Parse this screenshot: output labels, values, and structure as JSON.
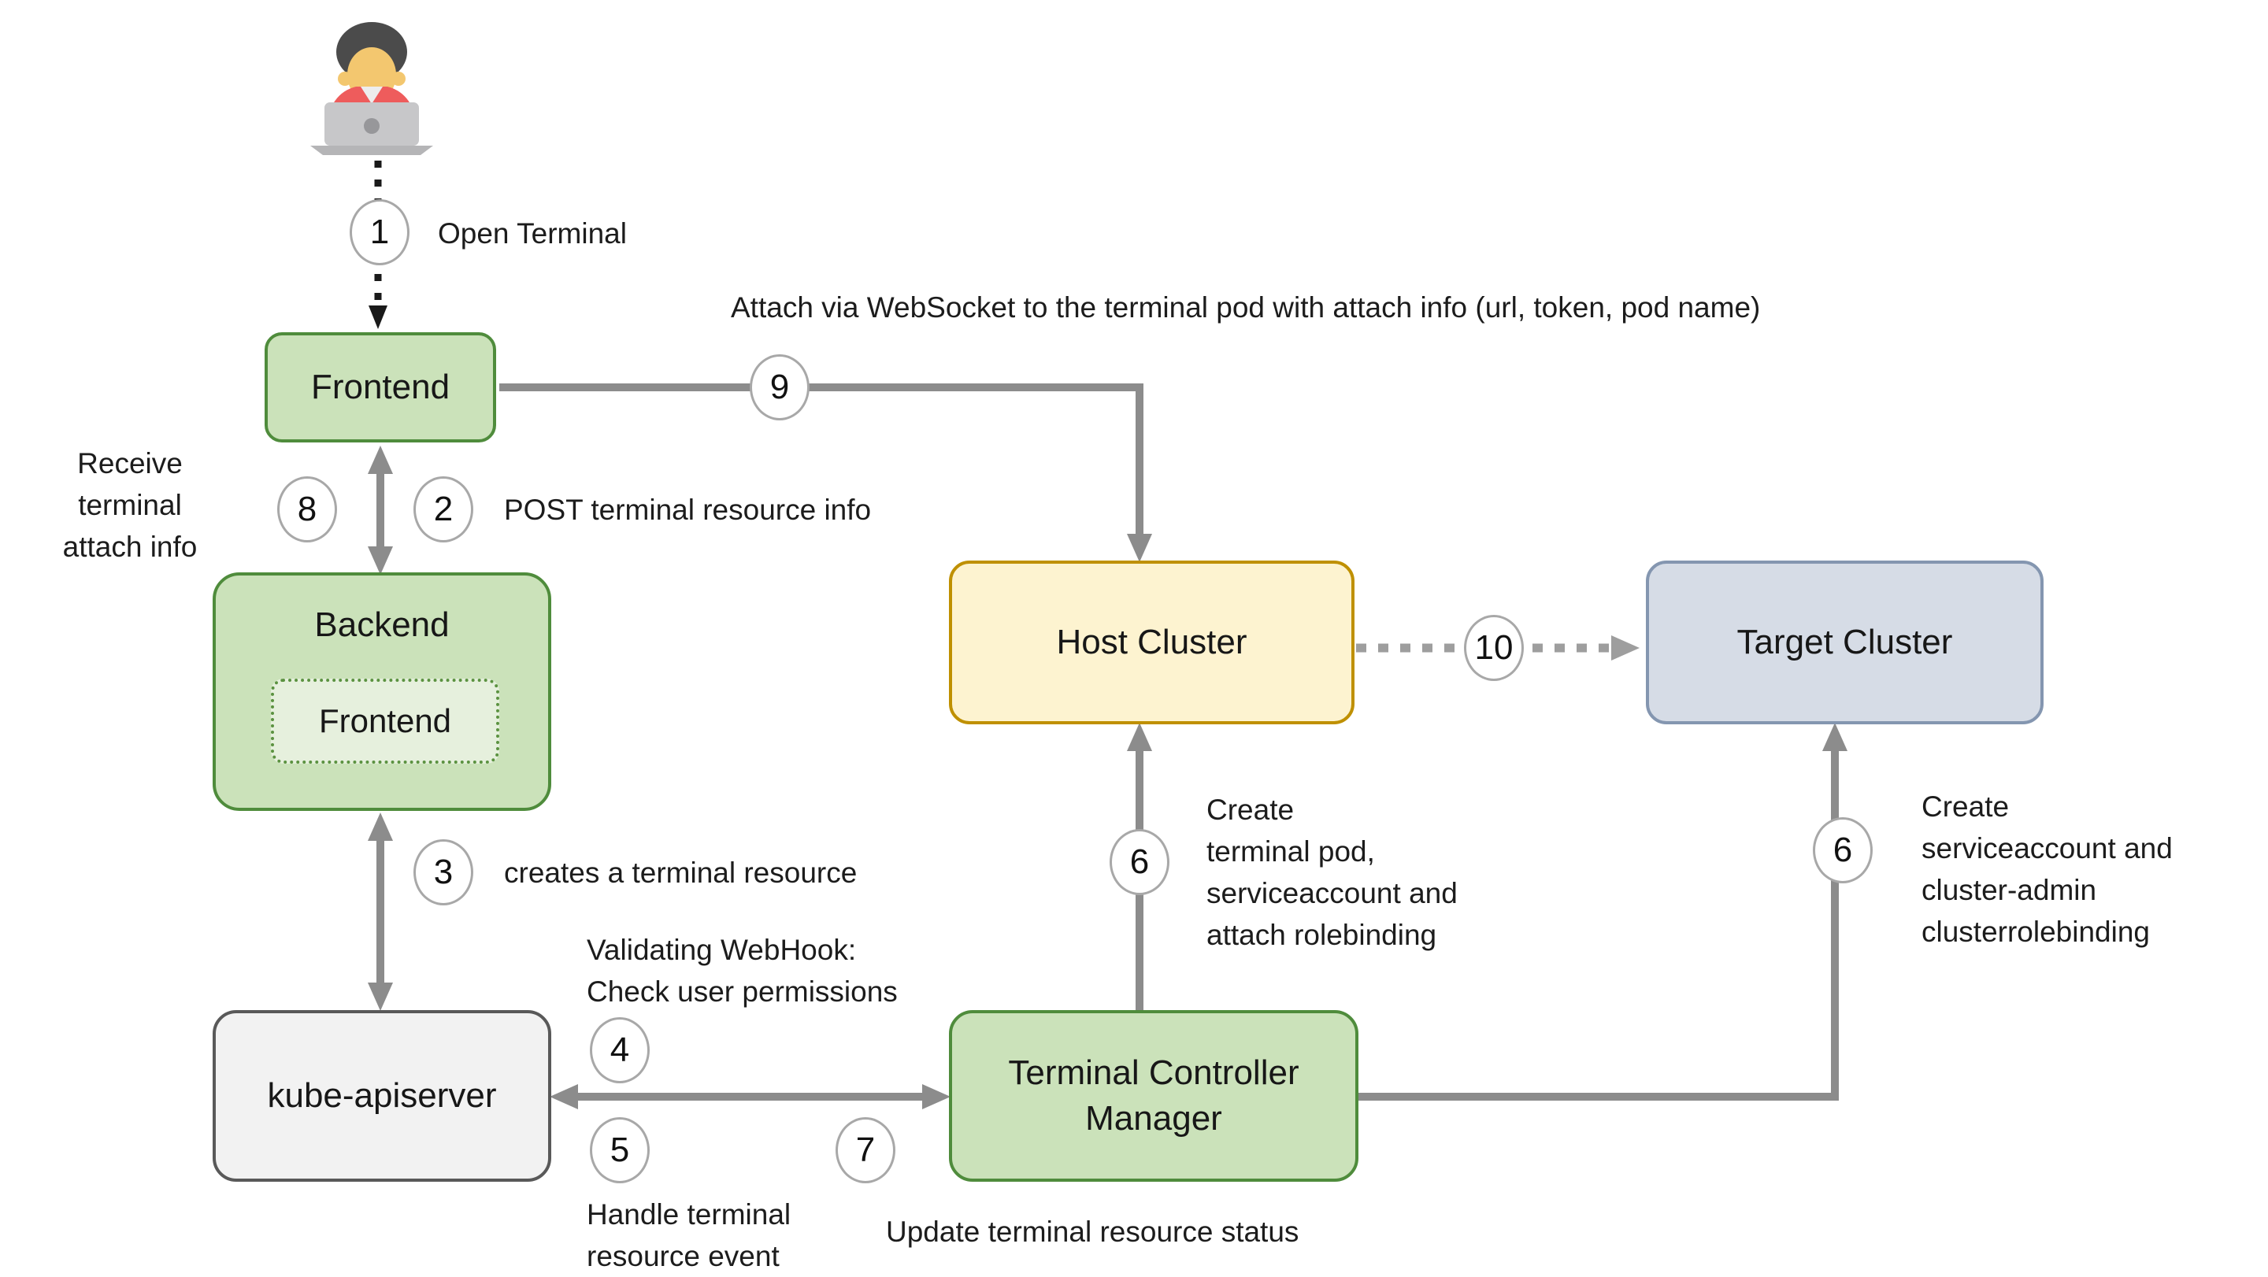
{
  "nodes": {
    "frontend": {
      "label": "Frontend"
    },
    "backend": {
      "label": "Backend",
      "inner_label": "Frontend"
    },
    "kube_apiserver": {
      "label": "kube-apiserver"
    },
    "terminal_controller_manager": {
      "label": "Terminal Controller Manager"
    },
    "host_cluster": {
      "label": "Host Cluster"
    },
    "target_cluster": {
      "label": "Target Cluster"
    }
  },
  "steps": [
    {
      "number": "1",
      "label": "Open Terminal"
    },
    {
      "number": "2",
      "label": "POST terminal resource info"
    },
    {
      "number": "3",
      "label": "creates a terminal resource"
    },
    {
      "number": "4",
      "label": "Validating WebHook:\nCheck user permissions"
    },
    {
      "number": "5",
      "label": "Handle terminal\nresource event"
    },
    {
      "number": "6",
      "label": "Create\nterminal pod,\nserviceaccount and\nattach rolebinding"
    },
    {
      "number": "6",
      "label": "Create\nserviceaccount and\ncluster-admin\nclusterrolebinding"
    },
    {
      "number": "7",
      "label": "Update terminal resource status"
    },
    {
      "number": "8",
      "label": "Receive\nterminal\nattach info"
    },
    {
      "number": "9",
      "label": "Attach via WebSocket to the terminal pod with attach info (url, token, pod name)"
    },
    {
      "number": "10",
      "label": ""
    }
  ],
  "colors": {
    "green_fill": "#cbe2ba",
    "green_border": "#4f8c3c",
    "inner_green_fill": "#e6f0dd",
    "inner_green_border": "#5b9240",
    "yellow_fill": "#fdf3d0",
    "yellow_border": "#bf9000",
    "blue_fill": "#d6dce6",
    "blue_border": "#8496b0",
    "gray_fill": "#f2f2f2",
    "gray_border": "#595959",
    "arrow_gray": "#8c8c8c",
    "dotted_gray": "#9e9e9e",
    "step_circle_border": "#a8a8a8",
    "user_hair": "#4b4b4b",
    "user_face": "#f3c76f",
    "user_shirt": "#ee5c5c",
    "laptop_body": "#c7c7c9",
    "laptop_base": "#b5b5b7"
  }
}
